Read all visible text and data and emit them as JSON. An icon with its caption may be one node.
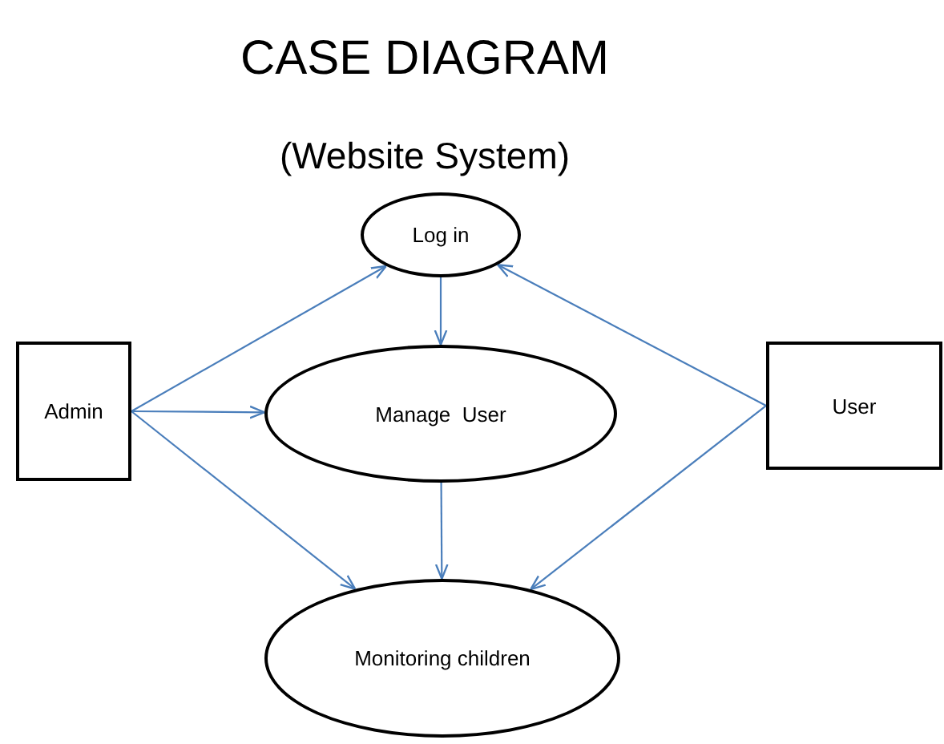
{
  "diagram": {
    "title": "CASE DIAGRAM",
    "caption": "(Website System)",
    "nodes": [
      {
        "text": [
          "Admin"
        ]
      },
      {
        "text": [
          "Log in"
        ]
      },
      {
        "text": [
          "Manage  User"
        ]
      },
      {
        "text": [
          "User"
        ]
      },
      {
        "text": [
          "Monitoring children"
        ]
      }
    ],
    "edges": [
      {
        "from": 0,
        "to": 1,
        "arrow": "to"
      },
      {
        "from": 0,
        "to": 2,
        "arrow": "to"
      },
      {
        "from": 0,
        "to": 4,
        "arrow": "to"
      },
      {
        "from": 1,
        "to": 2,
        "arrow": "to"
      },
      {
        "from": 2,
        "to": 4,
        "arrow": "to"
      },
      {
        "from": 3,
        "to": 1,
        "arrow": "to"
      },
      {
        "from": 3,
        "to": 4,
        "arrow": "to"
      }
    ]
  }
}
